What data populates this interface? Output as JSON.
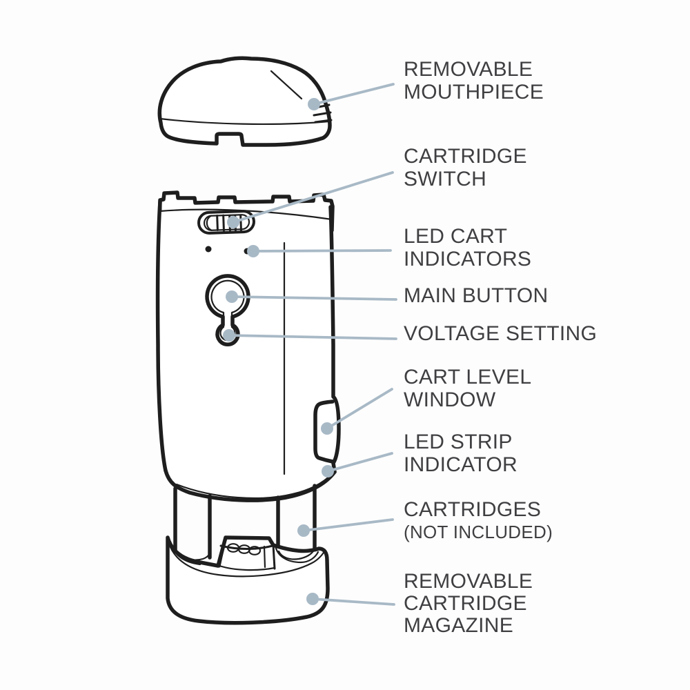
{
  "figure": {
    "type": "labeled-parts-diagram",
    "subject": "multi-cartridge vaporizer device, exploded line drawing"
  },
  "colors": {
    "ink": "#1e1e1e",
    "callout_accent": "#a8b9c6",
    "label_text": "#3f3f42",
    "background": "#fdfdfd"
  },
  "parts": [
    {
      "id": "removable-mouthpiece",
      "line1": "REMOVABLE",
      "line2": "MOUTHPIECE"
    },
    {
      "id": "cartridge-switch",
      "line1": "CARTRIDGE",
      "line2": "SWITCH"
    },
    {
      "id": "led-cart-indicators",
      "line1": "LED CART",
      "line2": "INDICATORS"
    },
    {
      "id": "main-button",
      "line1": "MAIN BUTTON"
    },
    {
      "id": "voltage-setting",
      "line1": "VOLTAGE SETTING"
    },
    {
      "id": "cart-level-window",
      "line1": "CART LEVEL",
      "line2": "WINDOW"
    },
    {
      "id": "led-strip-indicator",
      "line1": "LED STRIP",
      "line2": "INDICATOR"
    },
    {
      "id": "cartridges",
      "line1": "CARTRIDGES",
      "note": "(NOT INCLUDED)"
    },
    {
      "id": "removable-cartridge-magazine",
      "line1": "REMOVABLE",
      "line2": "CARTRIDGE",
      "line3": "MAGAZINE"
    }
  ]
}
